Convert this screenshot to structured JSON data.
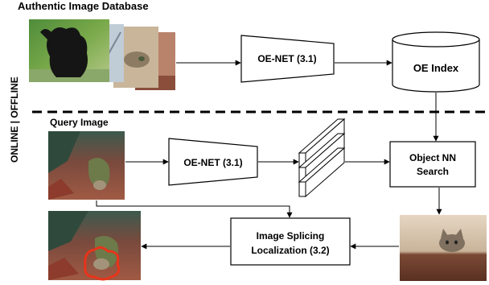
{
  "titles": {
    "database": "Authentic Image Database",
    "query": "Query Image"
  },
  "side_label": {
    "online": "ONLINE",
    "offline": "OFFLINE"
  },
  "blocks": {
    "oenet_top": "OE-NET (3.1)",
    "oe_index": "OE Index",
    "oenet_bottom": "OE-NET (3.1)",
    "nn_search_line1": "Object NN",
    "nn_search_line2": "Search",
    "splicing_line1": "Image Splicing",
    "splicing_line2": "Localization (3.2)"
  },
  "colors": {
    "stroke": "#000000",
    "highlight": "#e8341a"
  }
}
